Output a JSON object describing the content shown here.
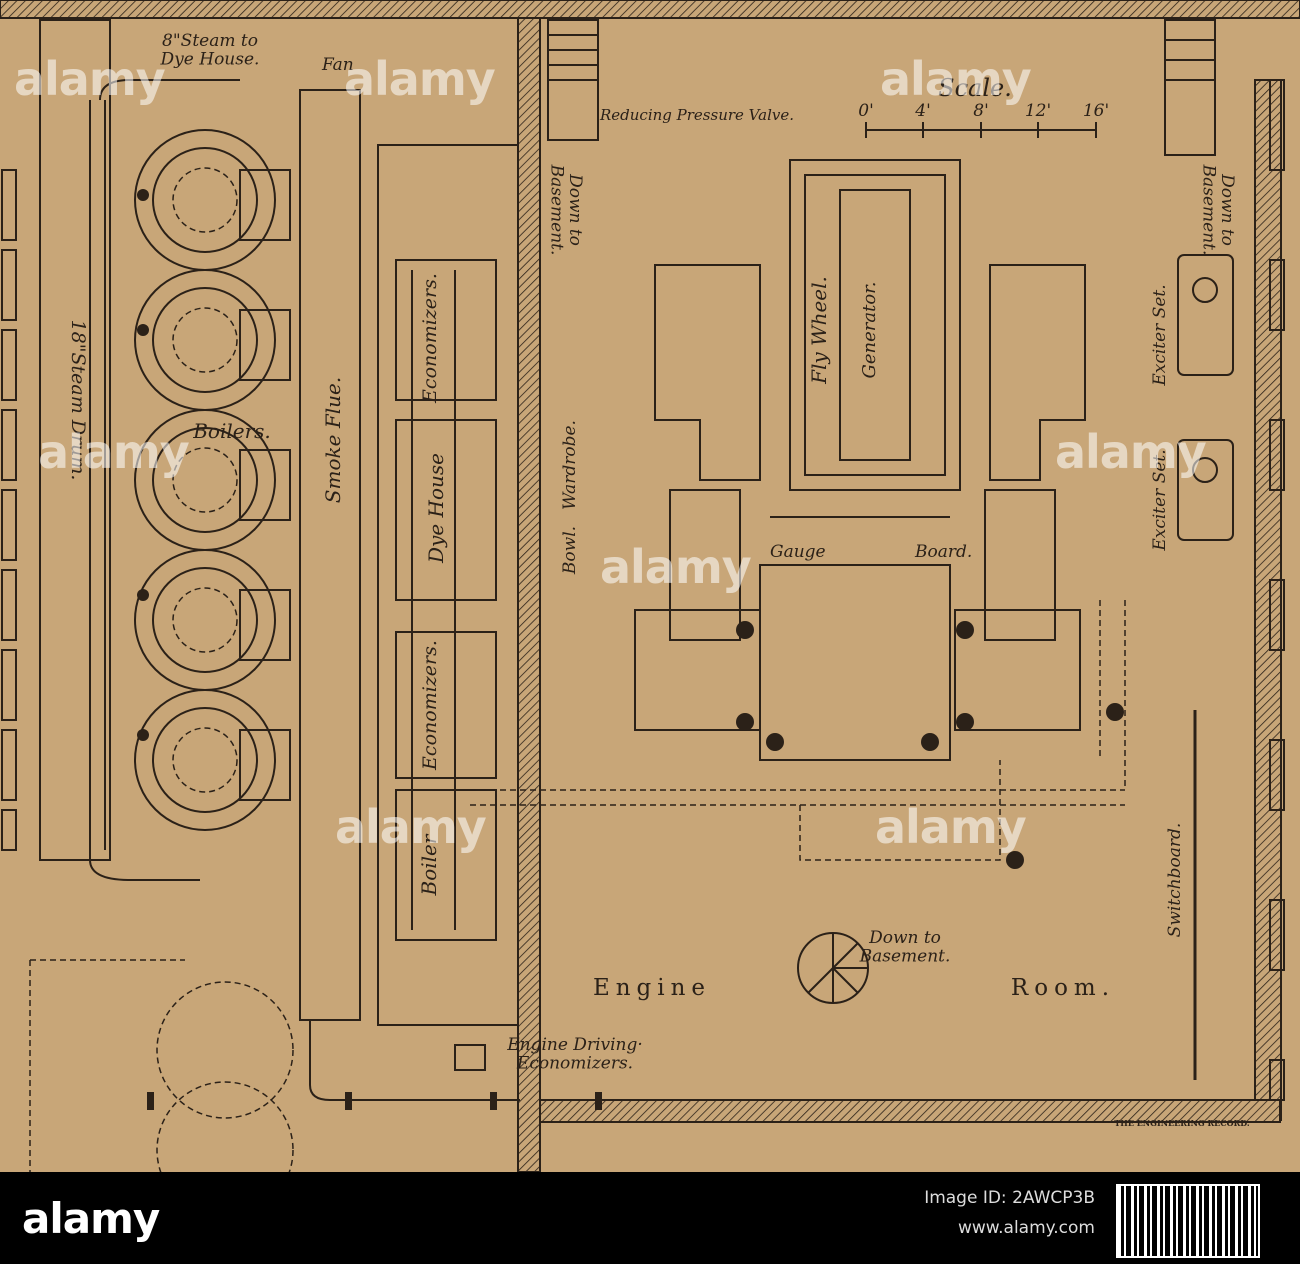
{
  "labels": {
    "steam_to_dye_house": "8\"Steam to\nDye House.",
    "fan": "Fan",
    "reducing_valve": "Reducing Pressure Valve.",
    "scale_title": "Scale.",
    "scale_ticks": [
      "0'",
      "4'",
      "8'",
      "12'",
      "16'"
    ],
    "down_to_basement_1": "Down to\nBasement.",
    "down_to_basement_2": "Down to\nBasement.",
    "steam_drum": "18\"Steam Drum.",
    "boilers": "Boilers.",
    "smoke_flue": "Smoke      Flue.",
    "economizers_1": "Economizers.",
    "dye_house": "Dye     House",
    "economizers_2": "Economizers.",
    "boiler": "Boiler",
    "wardrobe": "Wardrobe.",
    "bowl": "Bowl.",
    "fly_wheel": "Fly       Wheel.",
    "generator": "Generator.",
    "exciter_set_1": "Exciter Set.",
    "exciter_set_2": "Exciter Set.",
    "gauge_board_left": "Gauge",
    "gauge_board_right": "Board.",
    "switchboard": "Switchboard.",
    "engine": "Engine",
    "room": "Room.",
    "down_to_basement_3": "Down to\nBasement.",
    "engine_driving": "Engine Driving·\nEconomizers.",
    "credit": "THE ENGINEERING RECORD."
  },
  "watermark": "alamy",
  "footer": {
    "logo": "alamy",
    "image_id": "Image ID: 2AWCP3B",
    "site": "www.alamy.com"
  }
}
